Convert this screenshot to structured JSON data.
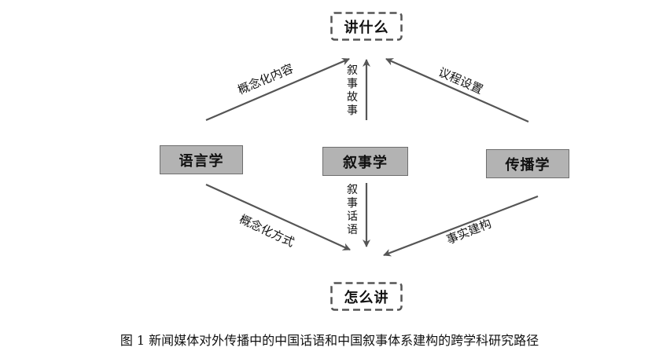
{
  "nodes": {
    "top": "讲什么",
    "bottom": "怎么讲",
    "linguistics": "语言学",
    "narratology": "叙事学",
    "communication": "传播学"
  },
  "edges": {
    "ling_to_top": "概念化内容",
    "ling_to_bottom": "概念化方式",
    "narr_to_top": "叙事故事",
    "narr_to_bottom": "叙事话语",
    "comm_to_top": "议程设置",
    "comm_to_bottom": "事实建构"
  },
  "caption": "图 1  新闻媒体对外传播中的中国话语和中国叙事体系建构的跨学科研究路径"
}
